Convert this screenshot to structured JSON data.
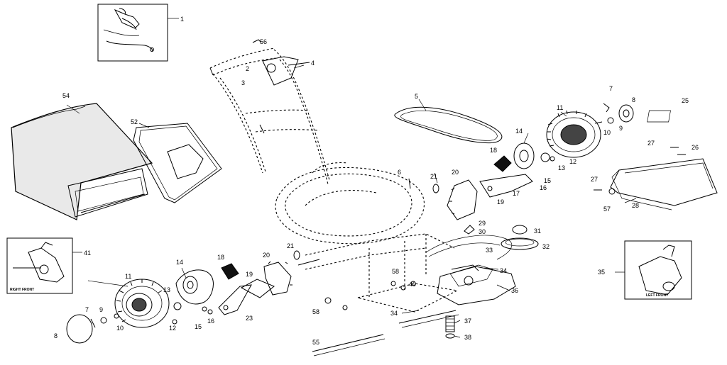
{
  "diagram": {
    "callouts": [
      {
        "id": "c1",
        "text": "1"
      },
      {
        "id": "c2",
        "text": "2"
      },
      {
        "id": "c3",
        "text": "3"
      },
      {
        "id": "c4",
        "text": "4"
      },
      {
        "id": "c5",
        "text": "5"
      },
      {
        "id": "c6",
        "text": "6"
      },
      {
        "id": "c7a",
        "text": "7"
      },
      {
        "id": "c7b",
        "text": "7"
      },
      {
        "id": "c8a",
        "text": "8"
      },
      {
        "id": "c8b",
        "text": "8"
      },
      {
        "id": "c9a",
        "text": "9"
      },
      {
        "id": "c9b",
        "text": "9"
      },
      {
        "id": "c10a",
        "text": "10"
      },
      {
        "id": "c10b",
        "text": "10"
      },
      {
        "id": "c11a",
        "text": "11"
      },
      {
        "id": "c11b",
        "text": "11"
      },
      {
        "id": "c12a",
        "text": "12"
      },
      {
        "id": "c12b",
        "text": "12"
      },
      {
        "id": "c13a",
        "text": "13"
      },
      {
        "id": "c13b",
        "text": "13"
      },
      {
        "id": "c14a",
        "text": "14"
      },
      {
        "id": "c14b",
        "text": "14"
      },
      {
        "id": "c15a",
        "text": "15"
      },
      {
        "id": "c15b",
        "text": "15"
      },
      {
        "id": "c16a",
        "text": "16"
      },
      {
        "id": "c16b",
        "text": "16"
      },
      {
        "id": "c17",
        "text": "17"
      },
      {
        "id": "c18a",
        "text": "18"
      },
      {
        "id": "c18b",
        "text": "18"
      },
      {
        "id": "c19a",
        "text": "19"
      },
      {
        "id": "c19b",
        "text": "19"
      },
      {
        "id": "c20a",
        "text": "20"
      },
      {
        "id": "c20b",
        "text": "20"
      },
      {
        "id": "c21a",
        "text": "21"
      },
      {
        "id": "c21b",
        "text": "21"
      },
      {
        "id": "c23",
        "text": "23"
      },
      {
        "id": "c25",
        "text": "25"
      },
      {
        "id": "c26",
        "text": "26"
      },
      {
        "id": "c27a",
        "text": "27"
      },
      {
        "id": "c27b",
        "text": "27"
      },
      {
        "id": "c28",
        "text": "28"
      },
      {
        "id": "c29",
        "text": "29"
      },
      {
        "id": "c30",
        "text": "30"
      },
      {
        "id": "c31",
        "text": "31"
      },
      {
        "id": "c32",
        "text": "32"
      },
      {
        "id": "c33",
        "text": "33"
      },
      {
        "id": "c34a",
        "text": "34"
      },
      {
        "id": "c34b",
        "text": "34"
      },
      {
        "id": "c35",
        "text": "35"
      },
      {
        "id": "c36",
        "text": "36"
      },
      {
        "id": "c37",
        "text": "37"
      },
      {
        "id": "c38",
        "text": "38"
      },
      {
        "id": "c40",
        "text": "40"
      },
      {
        "id": "c41",
        "text": "41"
      },
      {
        "id": "c52",
        "text": "52"
      },
      {
        "id": "c54",
        "text": "54"
      },
      {
        "id": "c55",
        "text": "55"
      },
      {
        "id": "c56",
        "text": "56"
      },
      {
        "id": "c57",
        "text": "57"
      },
      {
        "id": "c58a",
        "text": "58"
      },
      {
        "id": "c58b",
        "text": "58"
      }
    ],
    "insets": {
      "right_front": "RIGHT FRONT",
      "left_front": "LEFT FRONT"
    }
  }
}
